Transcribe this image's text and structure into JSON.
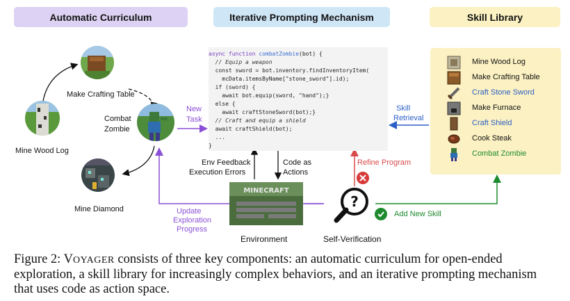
{
  "headers": {
    "curriculum": "Automatic Curriculum",
    "iterative": "Iterative Prompting Mechanism",
    "library": "Skill Library"
  },
  "curriculum": {
    "nodes": {
      "make_crafting_table": "Make Crafting Table",
      "combat_zombie_line1": "Combat",
      "combat_zombie_line2": "Zombie",
      "mine_wood_log": "Mine Wood Log",
      "mine_diamond": "Mine Diamond"
    },
    "new_task_line1": "New",
    "new_task_line2": "Task"
  },
  "code": {
    "lines": [
      "async function combatZombie(bot) {",
      "  // Equip a weapon",
      "  const sword = bot.inventory.findInventoryItem(",
      "    mcData.itemsByName[\"stone_sword\"].id);",
      "  if (sword) {",
      "    await bot.equip(sword, \"hand\");}",
      "  else {",
      "    await craftStoneSword(bot);}",
      "  // Craft and equip a shield",
      "  await craftShield(bot);",
      "  ...",
      "}"
    ]
  },
  "library": {
    "items": [
      {
        "label": "Mine Wood  Log",
        "color": "#111111",
        "icon": "wood-log-icon"
      },
      {
        "label": "Make Crafting Table",
        "color": "#111111",
        "icon": "crafting-table-icon"
      },
      {
        "label": "Craft Stone Sword",
        "color": "#2b5fc7",
        "icon": "stone-sword-icon"
      },
      {
        "label": "Make Furnace",
        "color": "#111111",
        "icon": "furnace-icon"
      },
      {
        "label": "Craft Shield",
        "color": "#2b5fc7",
        "icon": "shield-icon"
      },
      {
        "label": "Cook Steak",
        "color": "#111111",
        "icon": "steak-icon"
      },
      {
        "label": "Combat Zombie",
        "color": "#1e8a2e",
        "icon": "zombie-icon"
      }
    ],
    "skill_retrieval_line1": "Skill",
    "skill_retrieval_line2": "Retrieval"
  },
  "flow": {
    "env_feedback_line1": "Env Feedback",
    "env_feedback_line2": "Execution Errors",
    "code_as_actions_line1": "Code as",
    "code_as_actions_line2": "Actions",
    "refine_program": "Refine Program",
    "add_new_skill": "Add New Skill",
    "update_line1": "Update",
    "update_line2": "Exploration",
    "update_line3": "Progress",
    "environment": "Environment",
    "self_verification": "Self-Verification",
    "minecraft_logo": "MINECRAFT"
  },
  "caption": {
    "prefix": "Figure 2: ",
    "name_first": "V",
    "name_rest": "OYAGER",
    "line1_rest": " consists of three key components: an automatic curriculum for open-ended",
    "line2": "exploration, a skill library for increasingly complex behaviors, and an iterative prompting mechanism",
    "line3": "that uses code as action space."
  },
  "colors": {
    "purple": "#8a4fd6",
    "blue": "#2b5fc7",
    "green": "#1e8a2e",
    "red": "#d84a4a"
  }
}
